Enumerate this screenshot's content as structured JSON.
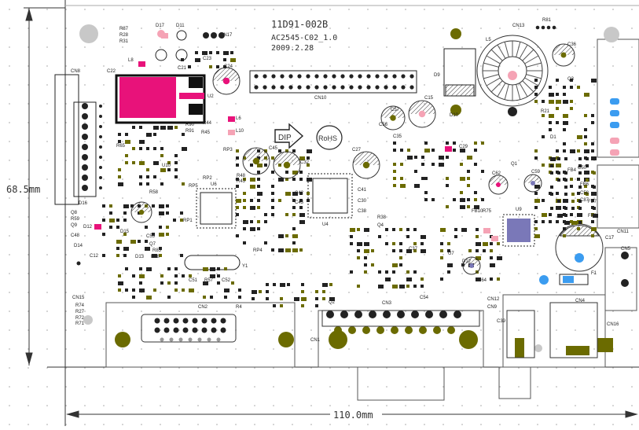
{
  "header": {
    "part_number": "11D91-002B",
    "revision": "AC2545-C02_1.0",
    "date": "2009.2.28"
  },
  "dimensions": {
    "height": "68.5mm",
    "width": "110.0mm"
  },
  "marks": {
    "dip": "DIP",
    "rohs": "RoHS"
  },
  "colors": {
    "pad": "#6b6b00",
    "highlight_pink": "#e8127a",
    "light_pink": "#f5a3b5",
    "blue": "#3b9cf0",
    "purple": "#7a78b8",
    "outline": "#222222"
  },
  "component_labels": [
    {
      "id": "cn17",
      "text": "CN17"
    },
    {
      "id": "d17",
      "text": "D17"
    },
    {
      "id": "d11",
      "text": "D11"
    },
    {
      "id": "r87",
      "text": "R87"
    },
    {
      "id": "r28",
      "text": "R28"
    },
    {
      "id": "r31",
      "text": "R31"
    },
    {
      "id": "l8",
      "text": "L8"
    },
    {
      "id": "c23",
      "text": "C23"
    },
    {
      "id": "c24",
      "text": "C24"
    },
    {
      "id": "cn8",
      "text": "CN8"
    },
    {
      "id": "c22",
      "text": "C22"
    },
    {
      "id": "c21",
      "text": "C21"
    },
    {
      "id": "u2",
      "text": "U2"
    },
    {
      "id": "cn10",
      "text": "CN10"
    },
    {
      "id": "d9",
      "text": "D9"
    },
    {
      "id": "l5",
      "text": "L5"
    },
    {
      "id": "cn13",
      "text": "CN13"
    },
    {
      "id": "r81",
      "text": "R81"
    },
    {
      "id": "c36",
      "text": "C36"
    },
    {
      "id": "q3",
      "text": "Q3"
    },
    {
      "id": "c15",
      "text": "C15"
    },
    {
      "id": "c56",
      "text": "C56"
    },
    {
      "id": "c57",
      "text": "C57"
    },
    {
      "id": "r44",
      "text": "R44"
    },
    {
      "id": "r45",
      "text": "R45"
    },
    {
      "id": "l6",
      "text": "L6"
    },
    {
      "id": "l10",
      "text": "L10"
    },
    {
      "id": "r90",
      "text": "R90"
    },
    {
      "id": "r91",
      "text": "R91"
    },
    {
      "id": "c45",
      "text": "C45"
    },
    {
      "id": "c32",
      "text": "C32"
    },
    {
      "id": "c27",
      "text": "C27"
    },
    {
      "id": "c35",
      "text": "C35"
    },
    {
      "id": "d10",
      "text": "D10"
    },
    {
      "id": "c29",
      "text": "C29"
    },
    {
      "id": "r21",
      "text": "R21"
    },
    {
      "id": "q1",
      "text": "Q1"
    },
    {
      "id": "d1",
      "text": "D1"
    },
    {
      "id": "c50",
      "text": "C50"
    },
    {
      "id": "rp3",
      "text": "RP3"
    },
    {
      "id": "rp2",
      "text": "RP2"
    },
    {
      "id": "rp5",
      "text": "RP5"
    },
    {
      "id": "u6",
      "text": "U6"
    },
    {
      "id": "u10",
      "text": "U10"
    },
    {
      "id": "r65",
      "text": "R65"
    },
    {
      "id": "r58",
      "text": "R58"
    },
    {
      "id": "rp1",
      "text": "RP1"
    },
    {
      "id": "r48",
      "text": "R48"
    },
    {
      "id": "r43",
      "text": "R43"
    },
    {
      "id": "c42",
      "text": "C42"
    },
    {
      "id": "c43",
      "text": "C43"
    },
    {
      "id": "u4",
      "text": "U4"
    },
    {
      "id": "c41",
      "text": "C41"
    },
    {
      "id": "c30",
      "text": "C30"
    },
    {
      "id": "c38",
      "text": "C38"
    },
    {
      "id": "r38",
      "text": "R38"
    },
    {
      "id": "q4",
      "text": "Q4"
    },
    {
      "id": "c62",
      "text": "C62"
    },
    {
      "id": "c59",
      "text": "C59"
    },
    {
      "id": "u9",
      "text": "U9"
    },
    {
      "id": "fb4",
      "text": "FB4"
    },
    {
      "id": "fb6",
      "text": "FB6"
    },
    {
      "id": "fb7",
      "text": "FB7"
    },
    {
      "id": "fb9",
      "text": "FB9"
    },
    {
      "id": "c58",
      "text": "C58"
    },
    {
      "id": "c87",
      "text": "C87"
    },
    {
      "id": "fb10",
      "text": "FB10"
    },
    {
      "id": "r75",
      "text": "R75"
    },
    {
      "id": "cn11",
      "text": "CN11"
    },
    {
      "id": "c17",
      "text": "C17"
    },
    {
      "id": "d16",
      "text": "D16"
    },
    {
      "id": "q8",
      "text": "Q8"
    },
    {
      "id": "r59",
      "text": "R59"
    },
    {
      "id": "q9",
      "text": "Q9"
    },
    {
      "id": "c48",
      "text": "C48"
    },
    {
      "id": "d12",
      "text": "D12"
    },
    {
      "id": "d15",
      "text": "D15"
    },
    {
      "id": "c53",
      "text": "C53"
    },
    {
      "id": "d14",
      "text": "D14"
    },
    {
      "id": "c12",
      "text": "C12"
    },
    {
      "id": "q7",
      "text": "Q7"
    },
    {
      "id": "r85",
      "text": "R85"
    },
    {
      "id": "d13",
      "text": "D13"
    },
    {
      "id": "r88",
      "text": "R88"
    },
    {
      "id": "rp4",
      "text": "RP4"
    },
    {
      "id": "y1",
      "text": "Y1"
    },
    {
      "id": "c51",
      "text": "C51"
    },
    {
      "id": "r57",
      "text": "R57"
    },
    {
      "id": "c52",
      "text": "C52"
    },
    {
      "id": "cn15",
      "text": "CN15"
    },
    {
      "id": "c37",
      "text": "C37"
    },
    {
      "id": "u7",
      "text": "U7"
    },
    {
      "id": "d12b",
      "text": "D12"
    },
    {
      "id": "c64",
      "text": "C64"
    },
    {
      "id": "c54",
      "text": "C54"
    },
    {
      "id": "cn5",
      "text": "CN5"
    },
    {
      "id": "f1",
      "text": "F1"
    },
    {
      "id": "cn2",
      "text": "CN2"
    },
    {
      "id": "cn3",
      "text": "CN3"
    },
    {
      "id": "cn1",
      "text": "CN1"
    },
    {
      "id": "cn12",
      "text": "CN12"
    },
    {
      "id": "cn9",
      "text": "CN9"
    },
    {
      "id": "cn4",
      "text": "CN4"
    },
    {
      "id": "cn16",
      "text": "CN16"
    },
    {
      "id": "c39",
      "text": "C39"
    },
    {
      "id": "q2",
      "text": "Q2"
    },
    {
      "id": "r74",
      "text": "R74"
    },
    {
      "id": "r27",
      "text": "R27"
    },
    {
      "id": "r72",
      "text": "R72"
    },
    {
      "id": "r71",
      "text": "R71"
    },
    {
      "id": "r4",
      "text": "R4"
    }
  ]
}
